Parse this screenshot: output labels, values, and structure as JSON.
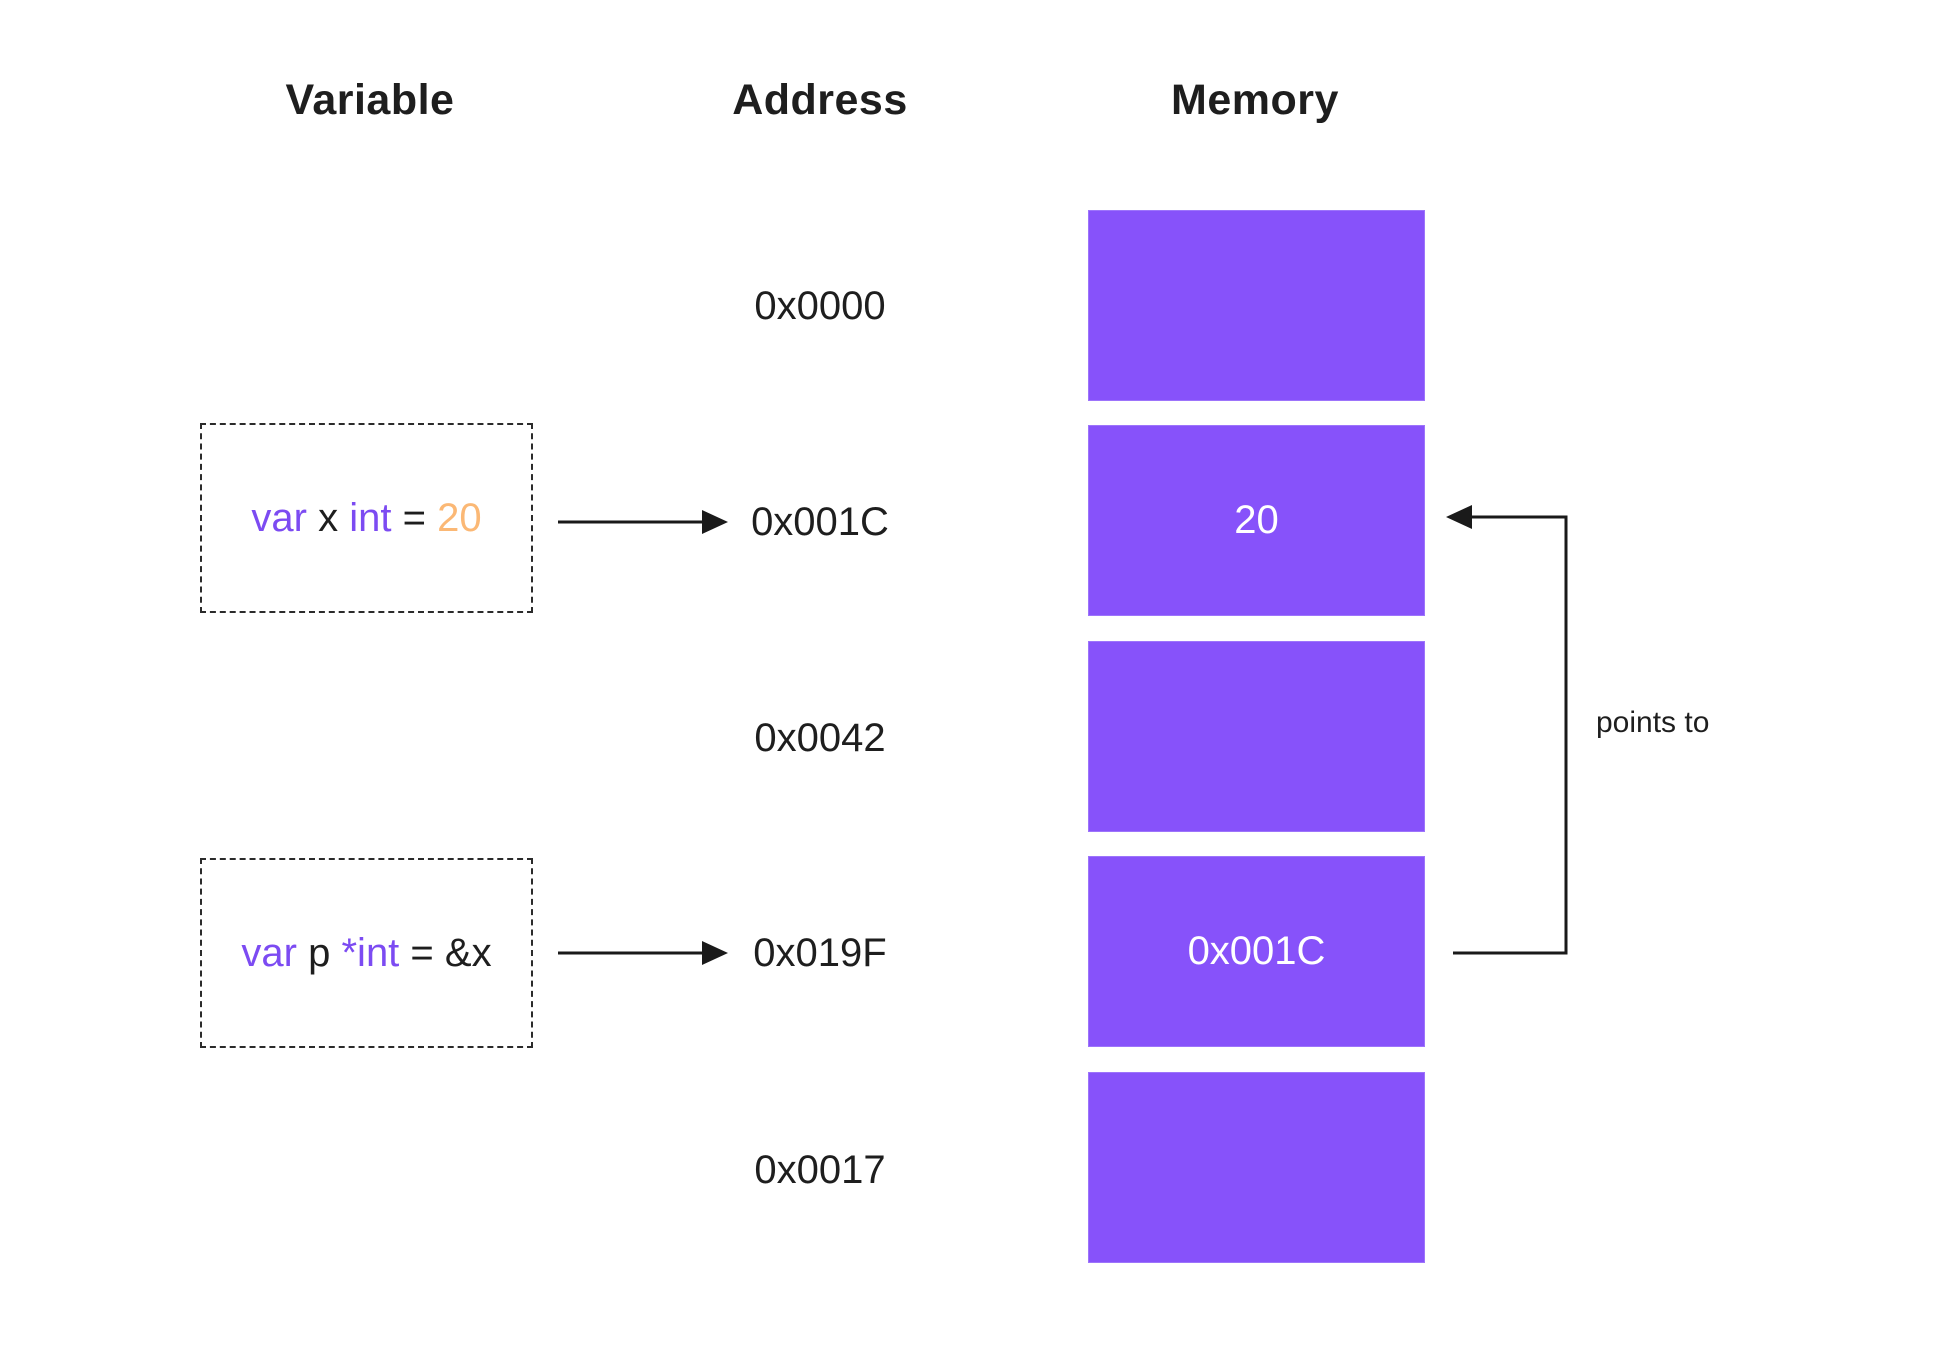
{
  "headers": {
    "variable": "Variable",
    "address": "Address",
    "memory": "Memory"
  },
  "variables": [
    {
      "name": "x",
      "declaration": "var x int = 20",
      "tokens": [
        {
          "text": "var",
          "role": "keyword"
        },
        {
          "text": " x ",
          "role": "plain"
        },
        {
          "text": "int",
          "role": "keyword"
        },
        {
          "text": " = ",
          "role": "plain"
        },
        {
          "text": "20",
          "role": "value"
        }
      ]
    },
    {
      "name": "p",
      "declaration": "var p *int = &x",
      "tokens": [
        {
          "text": "var",
          "role": "keyword"
        },
        {
          "text": " p ",
          "role": "plain"
        },
        {
          "text": "*int",
          "role": "keyword"
        },
        {
          "text": " = ",
          "role": "plain"
        },
        {
          "text": "&x",
          "role": "plain"
        }
      ]
    }
  ],
  "rows": [
    {
      "address": "0x0000",
      "value": ""
    },
    {
      "address": "0x001C",
      "value": "20"
    },
    {
      "address": "0x0042",
      "value": ""
    },
    {
      "address": "0x019F",
      "value": "0x001C"
    },
    {
      "address": "0x0017",
      "value": ""
    }
  ],
  "annotations": {
    "points_to": "points to"
  },
  "colors": {
    "cell": "#8752FA",
    "cell_border": "#9D74FB",
    "cell_text": "#FFFFFF",
    "keyword": "#7C4BF2",
    "orange": "#FBB875",
    "dark": "#1E1E1E",
    "arrow": "#1A1A1A"
  }
}
